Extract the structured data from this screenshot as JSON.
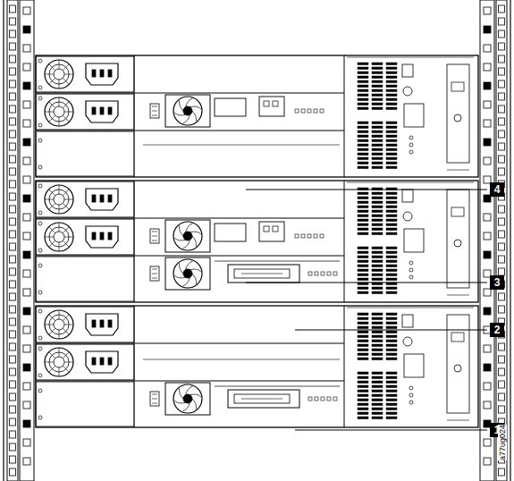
{
  "diagram": {
    "labels": [
      "4",
      "3",
      "2",
      "1",
      "a77ug024"
    ]
  }
}
